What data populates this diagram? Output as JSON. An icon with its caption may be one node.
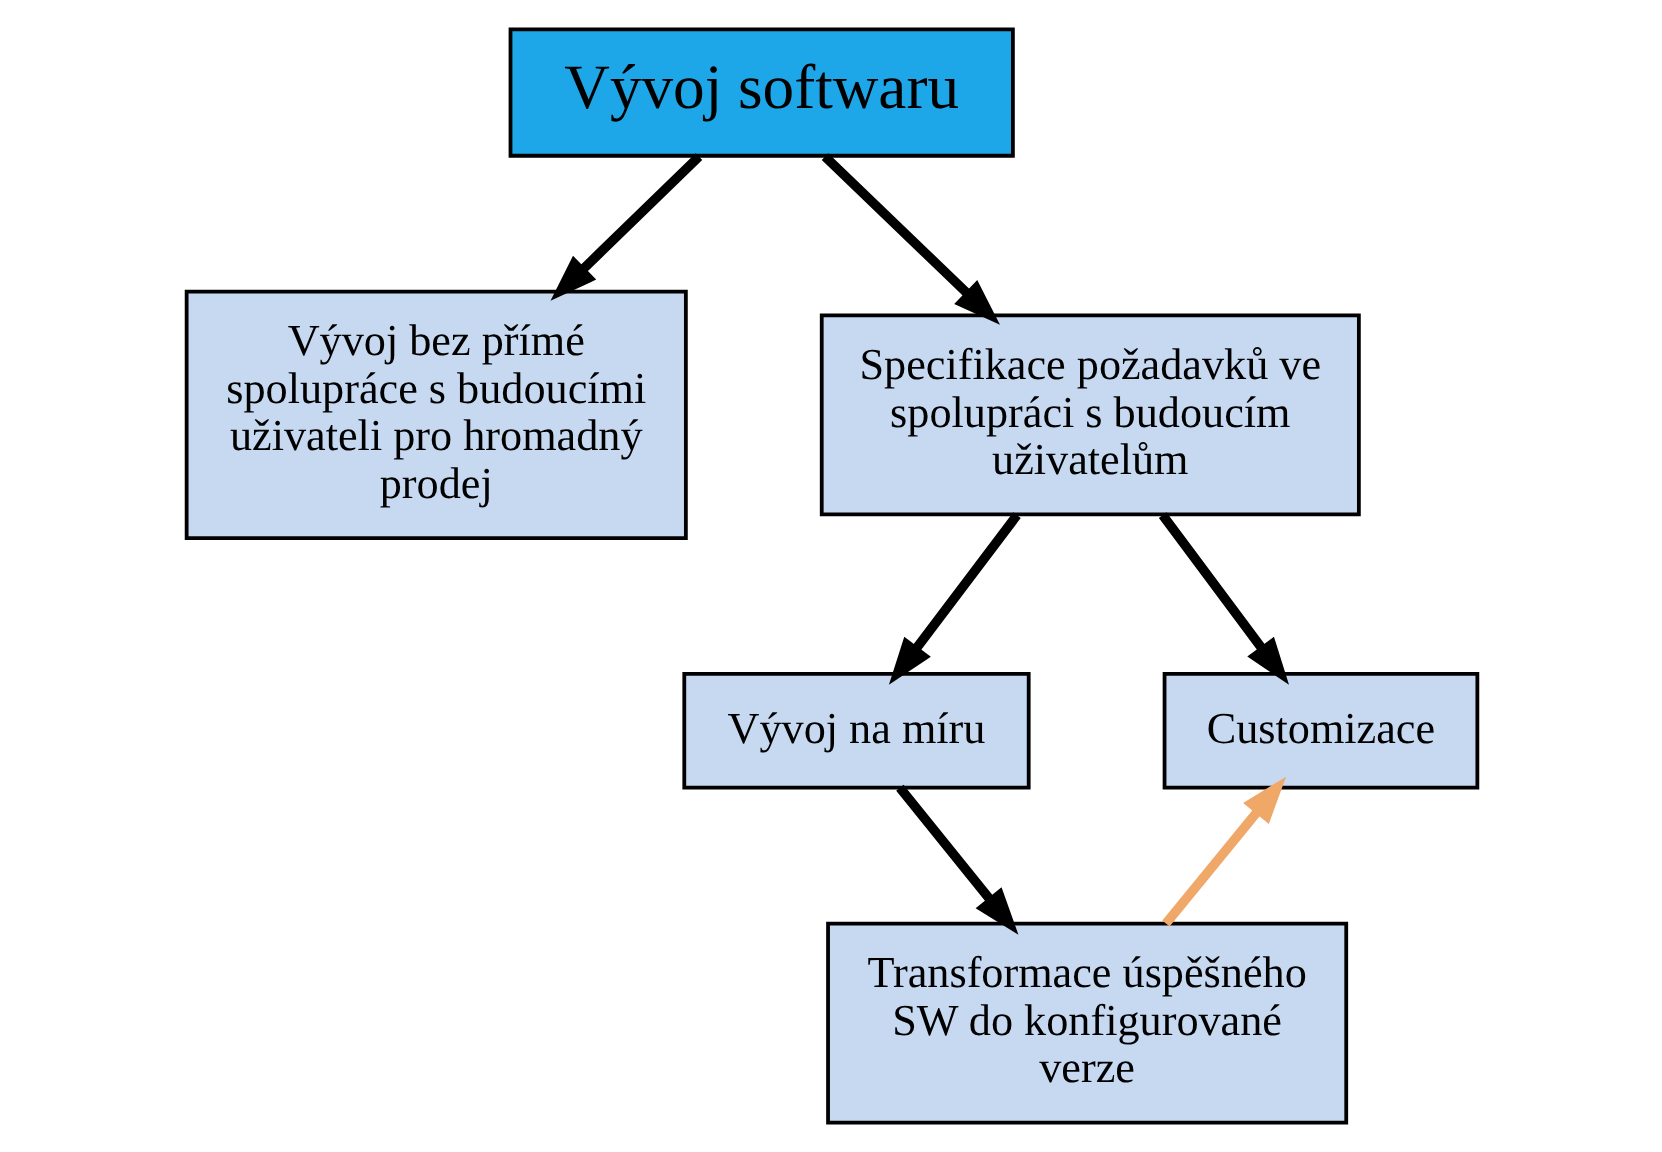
{
  "diagram": {
    "nodes": [
      {
        "text": [
          "Vývoj softwaru"
        ]
      },
      {
        "text": [
          "Vývoj bez přímé spolupráce s budoucími uživateli pro hromadný prodej"
        ]
      },
      {
        "text": [
          "Specifikace požadavků ve spolupráci s budoucím uživatelům"
        ]
      },
      {
        "text": [
          "Vývoj na míru"
        ]
      },
      {
        "text": [
          "Customizace"
        ]
      },
      {
        "text": [
          "Transformace úspěšného SW do konfigurované verze"
        ]
      }
    ],
    "edges": [
      {
        "from": 0,
        "to": 1,
        "arrow": "to"
      },
      {
        "from": 0,
        "to": 2,
        "arrow": "to"
      },
      {
        "from": 2,
        "to": 3,
        "arrow": "to"
      },
      {
        "from": 2,
        "to": 4,
        "arrow": "to"
      },
      {
        "from": 3,
        "to": 5,
        "arrow": "to"
      },
      {
        "from": 5,
        "to": 4,
        "arrow": "to",
        "color": "#f0a868"
      }
    ]
  }
}
